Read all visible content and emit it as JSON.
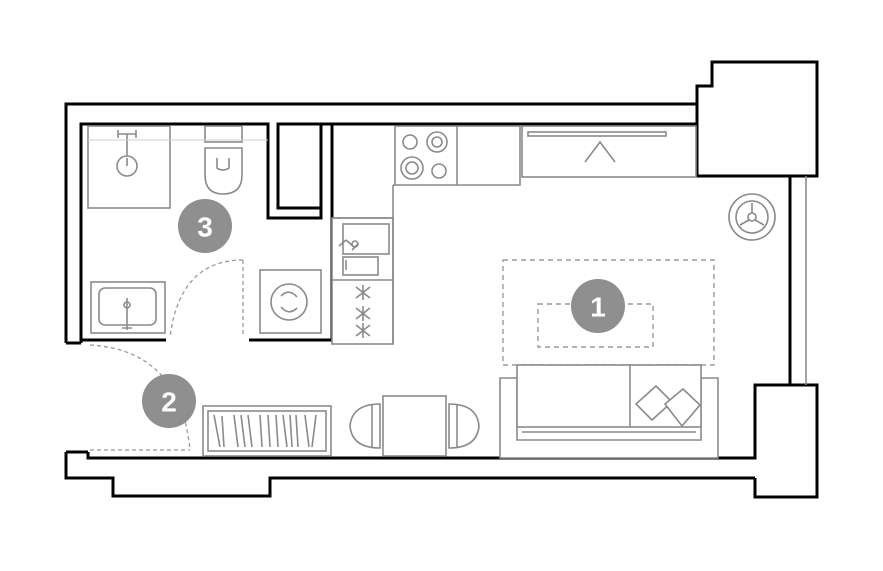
{
  "plan": {
    "markers": [
      {
        "id": "living-room",
        "label": "1"
      },
      {
        "id": "entrance-hall",
        "label": "2"
      },
      {
        "id": "bathroom",
        "label": "3"
      }
    ],
    "colors": {
      "wall": "#000000",
      "fixture": "#8a8a8a",
      "marker": "#8f8f8f",
      "marker_text": "#ffffff"
    }
  }
}
